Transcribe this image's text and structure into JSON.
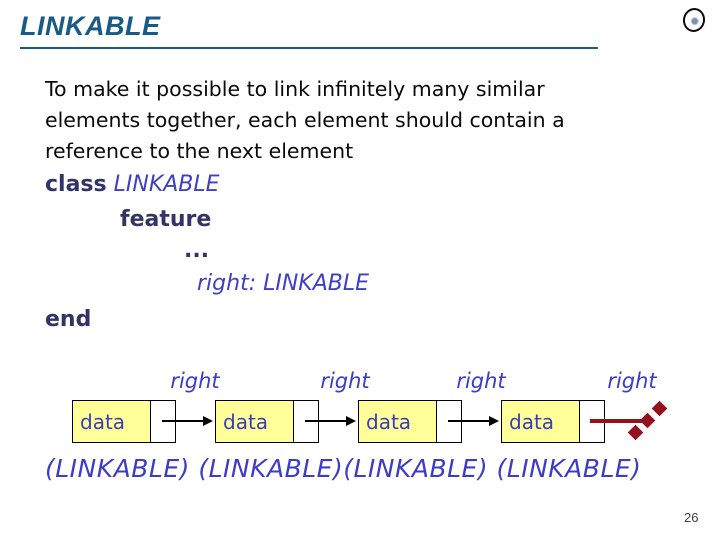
{
  "slide": {
    "title": "LINKABLE",
    "page_number": "26"
  },
  "body": {
    "lines": [
      "To make it possible to link infinitely many similar",
      "elements together, each element should contain a",
      "reference to the next element"
    ]
  },
  "code": {
    "keyword_class": "class",
    "class_name": "LINKABLE",
    "keyword_feature": "feature",
    "ellipsis": "...",
    "attribute_name": "right",
    "attribute_type": ": LINKABLE",
    "keyword_end": "end"
  },
  "diagram": {
    "nodes": [
      {
        "data_label": "data",
        "right_label": "right"
      },
      {
        "data_label": "data",
        "right_label": "right"
      },
      {
        "data_label": "data",
        "right_label": "right"
      },
      {
        "data_label": "data",
        "right_label": "right"
      }
    ],
    "type_labels_line": "(LINKABLE) (LINKABLE)(LINKABLE) (LINKABLE)"
  },
  "colors": {
    "title_blue": "#195a87",
    "keyword_navy": "#333366",
    "identifier_blue": "#3f3fc6",
    "node_fill_yellow": "#ffff99",
    "dark_red": "#93121e",
    "body_text": "#0a0a0a"
  }
}
